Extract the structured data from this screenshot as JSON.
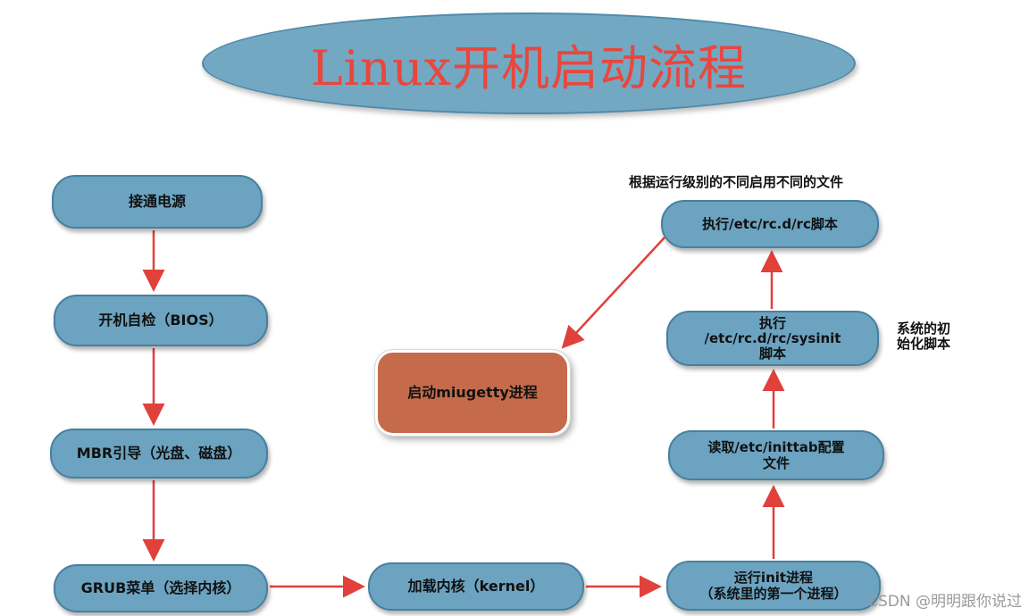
{
  "title": "Linux开机启动流程",
  "nodes": {
    "power_on": "接通电源",
    "post_bios": "开机自检（BIOS）",
    "mbr_boot": "MBR引导（光盘、磁盘）",
    "grub_menu": "GRUB菜单（选择内核）",
    "load_kernel": "加载内核（kernel）",
    "run_init": "运行init进程\n（系统里的第一个进程）",
    "read_inittab": "读取/etc/inittab配置\n文件",
    "exec_sysinit": "执行\n/etc/rc.d/rc/sysinit\n脚本",
    "exec_rc": "执行/etc/rc.d/rc脚本",
    "start_mingetty": "启动miugetty进程"
  },
  "notes": {
    "runlevel_note": "根据运行级别的不同启用不同的文件",
    "sysinit_note": "系统的初\n始化脚本"
  },
  "watermark": "CSDN @明明跟你说过",
  "colors": {
    "box_fill": "#6ba3c0",
    "box_border": "#47809f",
    "orange_fill": "#c56b4b",
    "arrow": "#e0413a",
    "title_text": "#e8473e"
  }
}
